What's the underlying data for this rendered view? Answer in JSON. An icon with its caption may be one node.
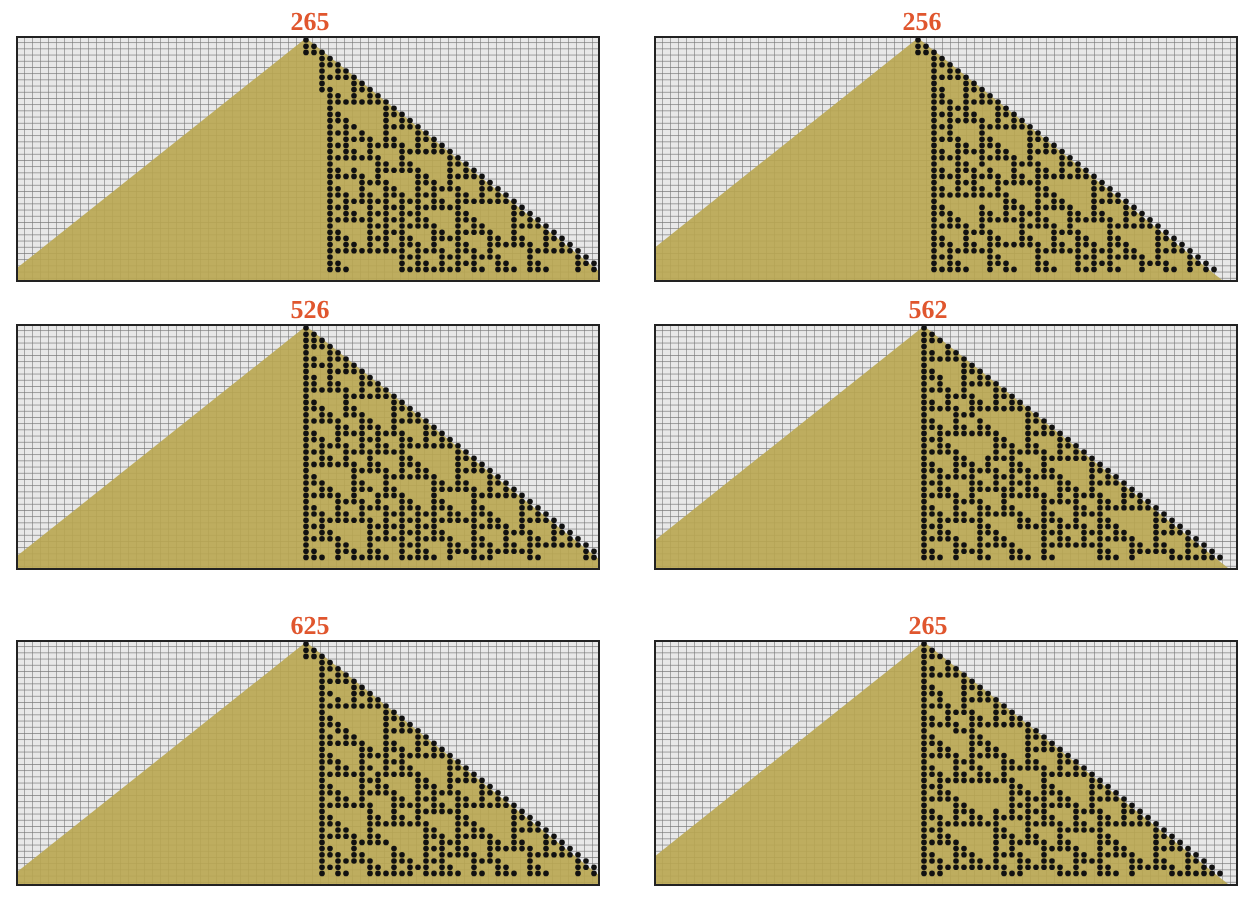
{
  "diagram": {
    "nodes": [
      {
        "text": [
          "265"
        ]
      },
      {
        "text": [
          "256"
        ]
      },
      {
        "text": [
          "526"
        ]
      },
      {
        "text": [
          "562"
        ]
      },
      {
        "text": [
          "625"
        ]
      },
      {
        "text": [
          "265"
        ]
      }
    ]
  }
}
